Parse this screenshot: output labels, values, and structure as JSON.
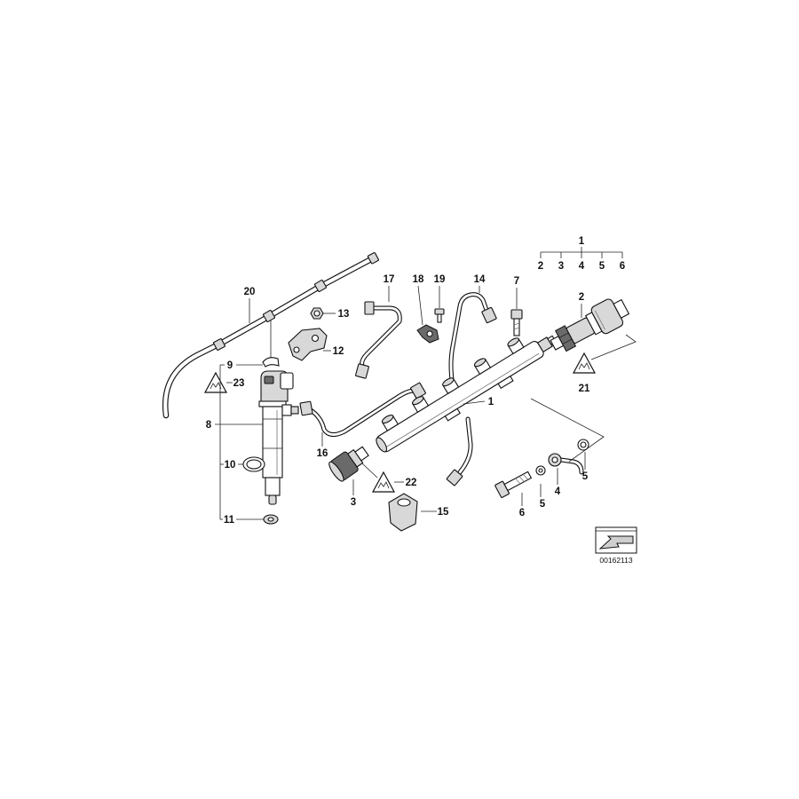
{
  "drawing_number": "00162113",
  "callouts": {
    "group_1": "1",
    "group_2": "2",
    "group_3": "3",
    "group_4": "4",
    "group_5": "5",
    "group_6": "6",
    "sensor_2": "2",
    "symbol_21": "21",
    "rail_1": "1",
    "washer_5a": "5",
    "banjo_4": "4",
    "washer_5b": "5",
    "bolt_6": "6",
    "bolt_7": "7",
    "pipe_14": "14",
    "clip_18": "18",
    "screw_19": "19",
    "pipe_17": "17",
    "hose_20": "20",
    "nut_13": "13",
    "bracket_12": "12",
    "clip_9": "9",
    "symbol_23": "23",
    "injector_8": "8",
    "oring_10": "10",
    "washer_11": "11",
    "pipe_16": "16",
    "sensor_3": "3",
    "symbol_22": "22",
    "part_15": "15"
  }
}
